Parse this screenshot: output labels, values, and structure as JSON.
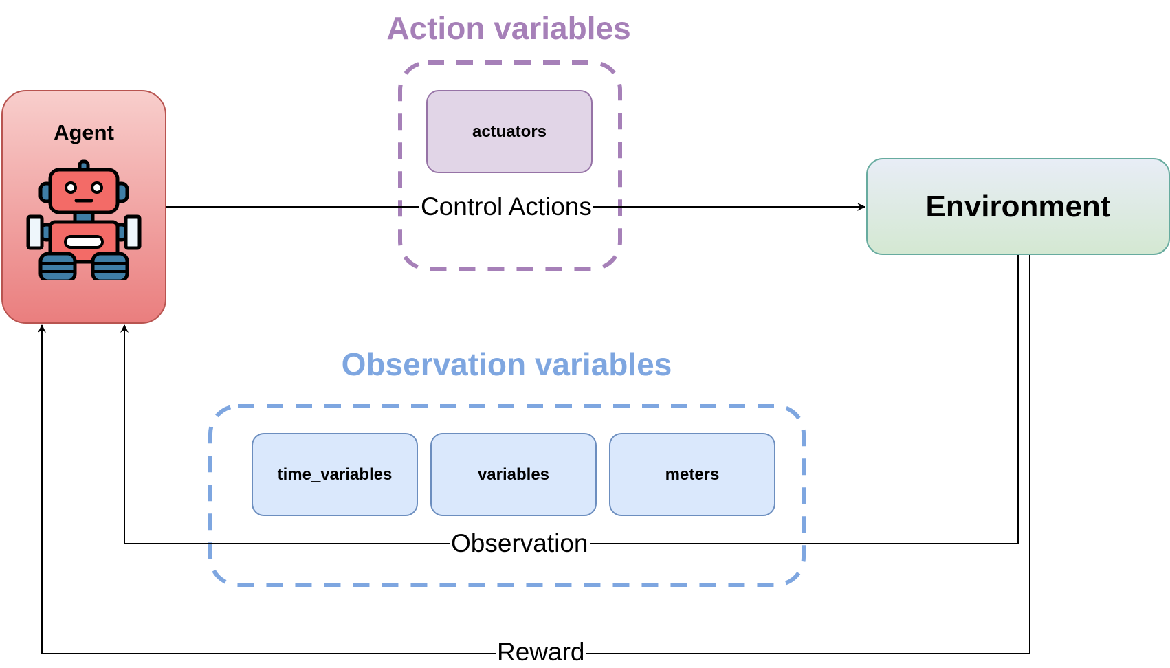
{
  "diagram": {
    "agent": {
      "label": "Agent",
      "icon": "robot-icon"
    },
    "environment": {
      "label": "Environment"
    },
    "action_group": {
      "title": "Action variables",
      "color": "#a680b8",
      "items": [
        {
          "label": "actuators"
        }
      ]
    },
    "observation_group": {
      "title": "Observation variables",
      "color": "#7ea6e0",
      "items": [
        {
          "label": "time_variables"
        },
        {
          "label": "variables"
        },
        {
          "label": "meters"
        }
      ]
    },
    "edges": {
      "control": {
        "label": "Control Actions",
        "from": "Agent",
        "to": "Environment"
      },
      "observation": {
        "label": "Observation",
        "from": "Environment",
        "to": "Agent"
      },
      "reward": {
        "label": "Reward",
        "from": "Environment",
        "to": "Agent"
      }
    },
    "colors": {
      "agent_fill_top": "#f8cecc",
      "agent_fill_bottom": "#ea7e7e",
      "agent_stroke": "#b85450",
      "environment_fill_top": "#e8edf6",
      "environment_fill_bottom": "#d4e8d2",
      "environment_stroke": "#67ab9f",
      "action_item_fill": "#e1d5e7",
      "observation_item_fill": "#dae8fc",
      "edge": "#000000"
    }
  }
}
